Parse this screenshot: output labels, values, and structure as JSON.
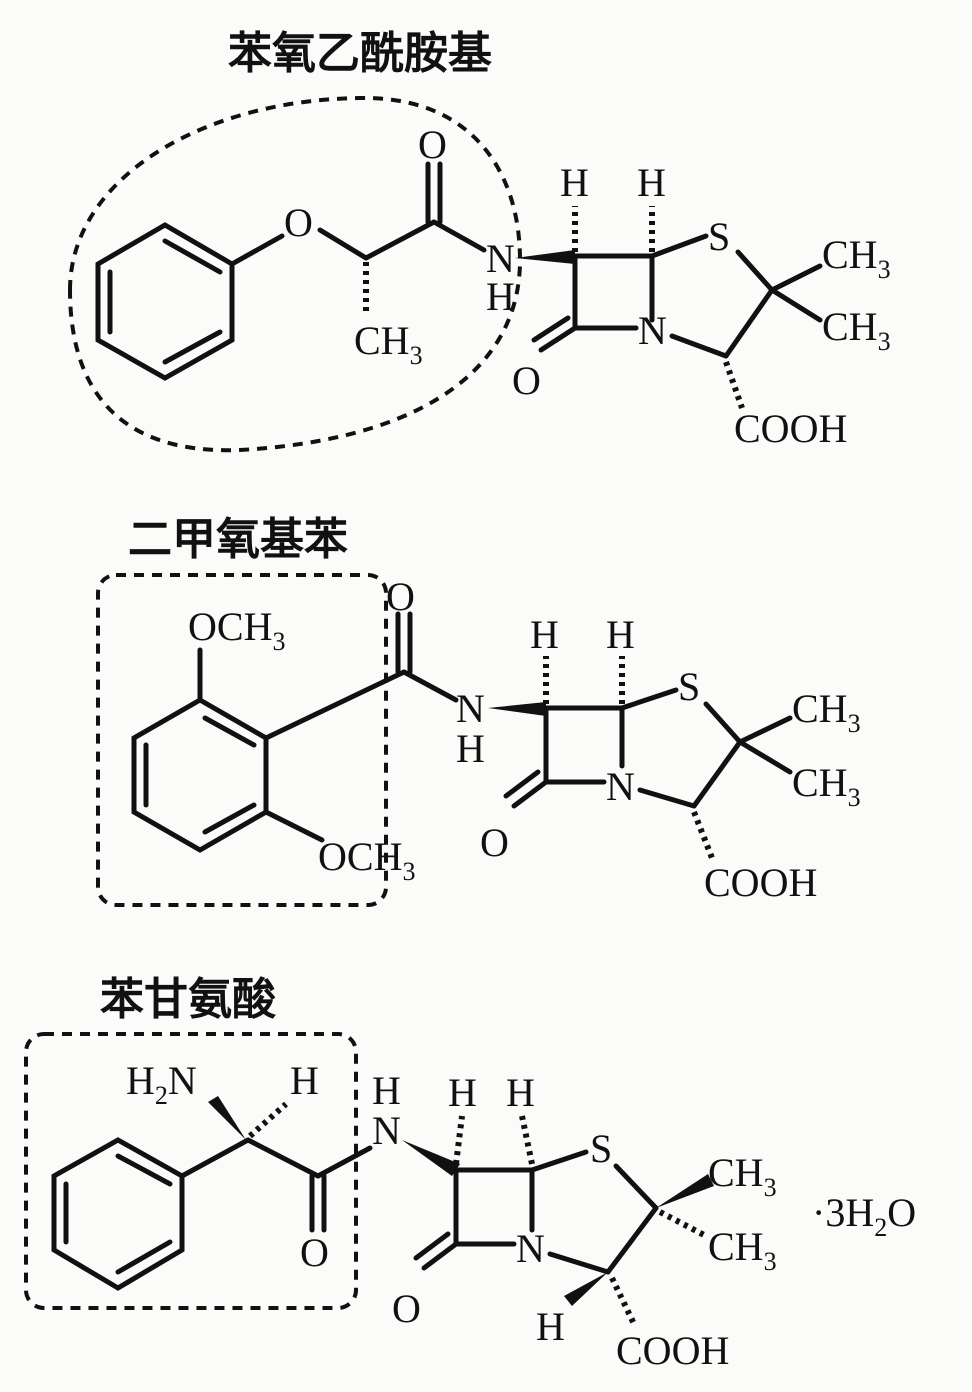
{
  "structures": [
    {
      "caption": "苯氧乙酰胺基",
      "labels": {
        "o_ether": "O",
        "o_carbonyl": "O",
        "ch3_side": "CH",
        "ch3_side_sub": "3",
        "n": "N",
        "nh_h": "H",
        "h1": "H",
        "h2": "H",
        "s": "S",
        "ch3_a": "CH",
        "ch3_a_sub": "3",
        "ch3_b": "CH",
        "ch3_b_sub": "3",
        "n_ring": "N",
        "o_lactam": "O",
        "cooh": "COOH"
      }
    },
    {
      "caption": "二甲氧基苯",
      "labels": {
        "och3_top": "OCH",
        "och3_top_sub": "3",
        "och3_bottom": "OCH",
        "och3_bottom_sub": "3",
        "o_carbonyl": "O",
        "n": "N",
        "nh_h": "H",
        "h1": "H",
        "h2": "H",
        "s": "S",
        "ch3_a": "CH",
        "ch3_a_sub": "3",
        "ch3_b": "CH",
        "ch3_b_sub": "3",
        "n_ring": "N",
        "o_lactam": "O",
        "cooh": "COOH"
      }
    },
    {
      "caption": "苯甘氨酸",
      "labels": {
        "h2n": "H",
        "h2n_sub": "2",
        "h2n_n": "N",
        "h_alpha": "H",
        "o_carbonyl": "O",
        "nh_h": "H",
        "n": "N",
        "h1": "H",
        "h2": "H",
        "s": "S",
        "ch3_a": "CH",
        "ch3_a_sub": "3",
        "ch3_b": "CH",
        "ch3_b_sub": "3",
        "n_ring": "N",
        "o_lactam": "O",
        "h_c3": "H",
        "cooh": "COOH",
        "hydrate_prefix": "·3H",
        "hydrate_sub": "2",
        "hydrate_suffix": "O"
      }
    }
  ]
}
